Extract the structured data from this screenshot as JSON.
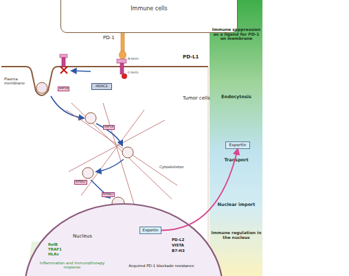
{
  "diagram": {
    "nodes": [
      {
        "text": [
          "Immune cells"
        ]
      },
      {
        "text": [
          "HDAC2"
        ]
      },
      {
        "text": [
          "Exportin"
        ]
      },
      {
        "text": [
          "Nucleus"
        ]
      },
      {
        "text": [
          "Exportin"
        ]
      }
    ],
    "edges": [
      {
        "from": 4,
        "to": 2,
        "arrow": "to"
      }
    ],
    "labels": [
      "PD-1",
      "PD-L1",
      "N-term",
      "C-term",
      "Plasma membrane",
      "Tumor cells",
      "HIP1R",
      "HIP1R",
      "KPNA2",
      "KPNA2",
      "Cytoskeleton",
      "RelB",
      "TRAF1",
      "HLAs",
      "Inflammation and immunotherapy response",
      "Acquired PD-1 blockade resistance",
      "PD-L2",
      "VISTA",
      "B7-H3",
      "Immune suppression as a ligand for PD-1 on membrane",
      "Endocytosis",
      "Transport",
      "Nuclear import",
      "Immune regulation in the nucleus"
    ]
  }
}
